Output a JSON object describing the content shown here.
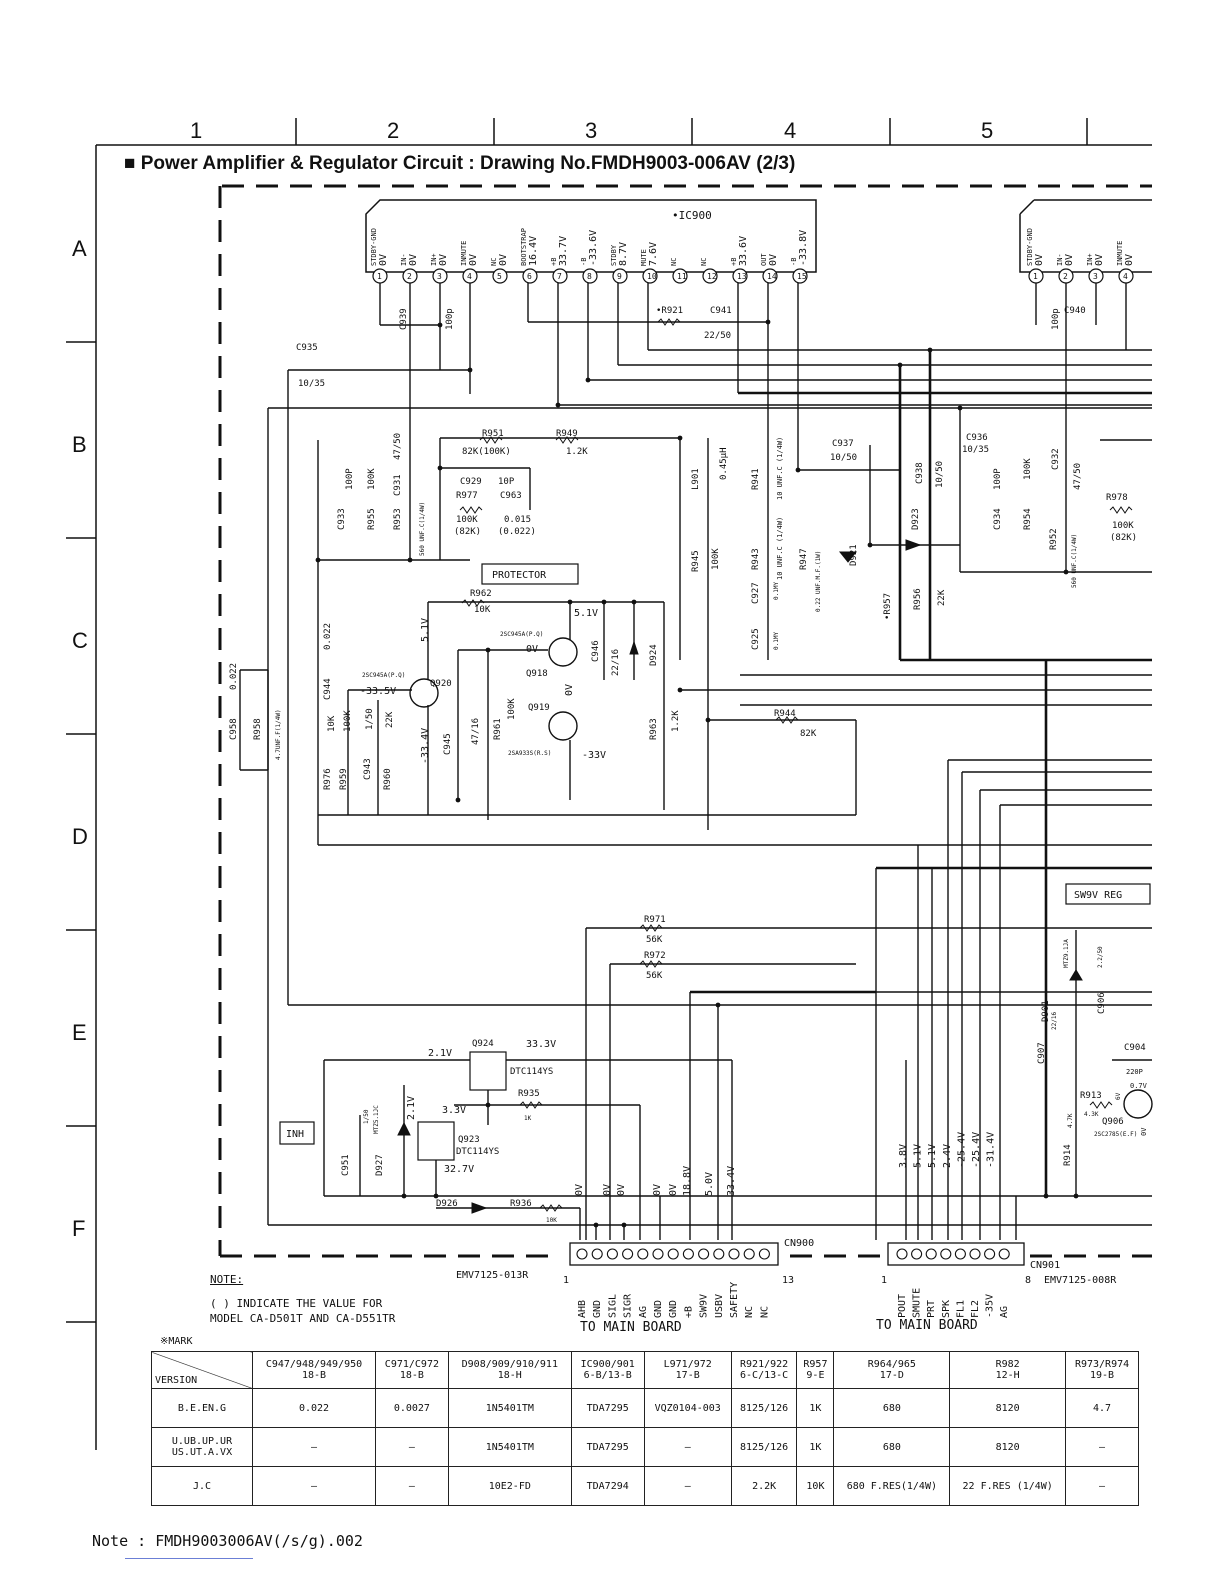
{
  "grid": {
    "columns": [
      "1",
      "2",
      "3",
      "4",
      "5"
    ],
    "rows": [
      "A",
      "B",
      "C",
      "D",
      "E",
      "F"
    ]
  },
  "title": "■ Power Amplifier & Regulator Circuit : Drawing No.FMDH9003-006AV (2/3)",
  "ic900": {
    "name": "•IC900",
    "pins": [
      {
        "num": "1",
        "name": "STDBY-GND",
        "v": "0V"
      },
      {
        "num": "2",
        "name": "IN-",
        "v": "0V"
      },
      {
        "num": "3",
        "name": "IN+",
        "v": "0V"
      },
      {
        "num": "4",
        "name": "INMUTE",
        "v": "0V"
      },
      {
        "num": "5",
        "name": "NC",
        "v": "0V"
      },
      {
        "num": "6",
        "name": "BOOTSTRAP",
        "v": "16.4V"
      },
      {
        "num": "7",
        "name": "+B",
        "v": "33.7V"
      },
      {
        "num": "8",
        "name": "-B",
        "v": "-33.6V"
      },
      {
        "num": "9",
        "name": "STDBY",
        "v": "8.7V"
      },
      {
        "num": "10",
        "name": "MUTE",
        "v": "7.6V"
      },
      {
        "num": "11",
        "name": "NC",
        "v": ""
      },
      {
        "num": "12",
        "name": "NC",
        "v": ""
      },
      {
        "num": "13",
        "name": "+B",
        "v": "33.6V"
      },
      {
        "num": "14",
        "name": "OUT",
        "v": "0V"
      },
      {
        "num": "15",
        "name": "-B",
        "v": "-33.8V"
      }
    ]
  },
  "ic901_pins": [
    {
      "num": "1",
      "name": "STDBY-GND",
      "v": "0V"
    },
    {
      "num": "2",
      "name": "IN-",
      "v": "0V"
    },
    {
      "num": "3",
      "name": "IN+",
      "v": "0V"
    },
    {
      "num": "4",
      "name": "INMUTE",
      "v": "0V"
    }
  ],
  "components": {
    "c939": "C939",
    "c939_val": "100p",
    "c935": "C935",
    "c935_val": "10/35",
    "r921": "•R921",
    "c941": "C941",
    "c941_val": "22/50",
    "c940": "C940",
    "c940_val": "100p",
    "r951": "R951",
    "r951_val": "82K(100K)",
    "r949": "R949",
    "r949_val": "1.2K",
    "c929": "C929",
    "c929_val": "10P",
    "r977": "R977",
    "r977_val": "100K",
    "r977_alt": "(82K)",
    "c963": "C963",
    "c963_val": "0.015",
    "c963_alt": "(0.022)",
    "c933": "C933",
    "c933_val": "100P",
    "r955": "R955",
    "r955_val": "100K",
    "r953": "R953",
    "r953_val": "560 UNF.C(1/4W)",
    "c931": "C931",
    "c931_val": "47/50",
    "l901": "L901",
    "l901_val": "0.45μH",
    "r941": "R941",
    "r941_val": "10 UNF.C (1/4W)",
    "c937": "C937",
    "c937_val": "10/50",
    "c938": "C938",
    "c938_val": "10/50",
    "c936": "C936",
    "c936_val": "10/35",
    "c934": "C934",
    "c934_val": "100P",
    "r954": "R954",
    "r954_val": "100K",
    "c932": "C932",
    "c932_val": "47/50",
    "r952": "R952",
    "r952_val": "560 UNF.C(1/4W)",
    "r978": "R978",
    "r978_val": "100K",
    "r978_alt": "(82K)",
    "protector": "PROTECTOR",
    "r962": "R962",
    "r962_val": "10K",
    "q920": "Q920",
    "q920_type": "2SC945A(P.Q)",
    "q918": "Q918",
    "q918_type": "2SC945A(P.Q)",
    "q919": "Q919",
    "q919_type": "2SA933S(R.S)",
    "c946": "C946",
    "c946_val": "22/16",
    "d924": "D924",
    "r945": "R945",
    "r945_val": "100K",
    "r943": "R943",
    "r943_val": "10 UNF.C (1/4W)",
    "r947": "R947",
    "r947_val": "0.22 UNF.M.F.(1W)",
    "c927": "C927",
    "c927_val": "0.1MY",
    "c925": "C925",
    "c925_val": "0.1MY",
    "d921": "D921",
    "d923": "D923",
    "r957": "•R957",
    "r956": "R956",
    "r956_val": "22K",
    "c958": "C958",
    "c958_val": "0.022",
    "r958": "R958",
    "r958_val": "4.7UNF.F(1/4W)",
    "c944": "C944",
    "c944_val": "0.022",
    "r976": "R976",
    "r976_val": "10K",
    "r959": "R959",
    "r959_val": "100K",
    "c943": "C943",
    "c943_val": "1/50",
    "r960": "R960",
    "r960_val": "22K",
    "c945": "C945",
    "c945_val": "47/16",
    "r961": "R961",
    "r961_val": "100K",
    "r963": "R963",
    "r963_val": "1.2K",
    "r944": "R944",
    "r944_val": "82K",
    "r971": "R971",
    "r971_val": "56K",
    "r972": "R972",
    "r972_val": "56K",
    "sw9v": "SW9V REG",
    "q924": "Q924",
    "q924_type": "DTC114YS",
    "q923": "Q923",
    "q923_type": "DTC114YS",
    "r935": "R935",
    "r935_val": "1K",
    "inh": "INH",
    "c951": "C951",
    "c951_val": "1/50",
    "d927": "D927",
    "d927_type": "MTZ5.1JC",
    "d926": "D926",
    "r936": "R936",
    "r936_val": "10K",
    "d901": "D901",
    "d901_type": "MTZ9.1JA",
    "c906": "C906",
    "c906_val": "2.2/50",
    "c907": "C907",
    "c907_val": "22/16",
    "c904": "C904",
    "c904_val": "220P",
    "r913": "R913",
    "r913_val": "4.3K",
    "q906": "Q906",
    "q906_type": "2SC2785(E.F)",
    "r914": "R914",
    "r914_val": "4.7K"
  },
  "voltages": {
    "q920_b": "-33.5V",
    "q920_c": "5.1V",
    "q920_e": "-33.4V",
    "q918_b": "0V",
    "q918_e": "5.1V",
    "q919_e": "0V",
    "q919_c": "-33V",
    "q924_b": "2.1V",
    "q924_e": "33.3V",
    "q923_c": "3.3V",
    "q923_b": "2.1V",
    "q923_e": "32.7V",
    "q906_e": "0.7V",
    "q906_b": "6V",
    "q906_v": "0V",
    "cn900": [
      "0V",
      "0V",
      "0V",
      "0V",
      "0V",
      "18.8V",
      "5.0V",
      "33.4V"
    ],
    "cn901": [
      "3.8V",
      "5.1V",
      "5.1V",
      "2.4V",
      "-25.4V",
      "-25.4V",
      "-31.4V"
    ]
  },
  "connectors": {
    "cn900": {
      "name": "CN900",
      "part": "EMV7125-013R",
      "first": "1",
      "last": "13",
      "pins": [
        "AHB",
        "GND",
        "SIGL",
        "SIGR",
        "AG",
        "GND",
        "GND",
        "+B",
        "SW9V",
        "USBV",
        "SAFETY",
        "NC",
        "NC"
      ],
      "to": "TO MAIN BOARD"
    },
    "cn901": {
      "name": "CN901",
      "part": "EMV7125-008R",
      "first": "1",
      "last": "8",
      "pins": [
        "POUT",
        "SMUTE",
        "PRT",
        "SPK",
        "FL1",
        "FL2",
        "-35V",
        "AG"
      ],
      "to": "TO MAIN BOARD"
    }
  },
  "notes": {
    "heading": "NOTE:",
    "line1": "(   ) INDICATE THE VALUE FOR",
    "line2": "MODEL CA-D501T AND CA-D551TR",
    "mark": "※MARK"
  },
  "table": {
    "corner": "VERSION",
    "headers": [
      {
        "top": "C947/948/949/950",
        "bottom": "18-B"
      },
      {
        "top": "C971/C972",
        "bottom": "18-B"
      },
      {
        "top": "D908/909/910/911",
        "bottom": "18-H"
      },
      {
        "top": "IC900/901",
        "bottom": "6-B/13-B"
      },
      {
        "top": "L971/972",
        "bottom": "17-B"
      },
      {
        "top": "R921/922",
        "bottom": "6-C/13-C"
      },
      {
        "top": "R957",
        "bottom": "9-E"
      },
      {
        "top": "R964/965",
        "bottom": "17-D"
      },
      {
        "top": "R982",
        "bottom": "12-H"
      },
      {
        "top": "R973/R974",
        "bottom": "19-B"
      }
    ],
    "rows": [
      {
        "version": "B.E.EN.G",
        "cells": [
          "0.022",
          "0.0027",
          "1N5401TM",
          "TDA7295",
          "VQZ0104-003",
          "8125/126",
          "1K",
          "680",
          "8120",
          "4.7"
        ]
      },
      {
        "version": "U.UB.UP.UR US.UT.A.VX",
        "cells": [
          "—",
          "—",
          "1N5401TM",
          "TDA7295",
          "—",
          "8125/126",
          "1K",
          "680",
          "8120",
          "—"
        ]
      },
      {
        "version": "J.C",
        "cells": [
          "—",
          "—",
          "10E2-FD",
          "TDA7294",
          "—",
          "2.2K",
          "10K",
          "680 F.RES(1/4W)",
          "22 F.RES (1/4W)",
          "—"
        ]
      }
    ]
  },
  "footer": "Note : FMDH9003006AV(/s/g).002"
}
